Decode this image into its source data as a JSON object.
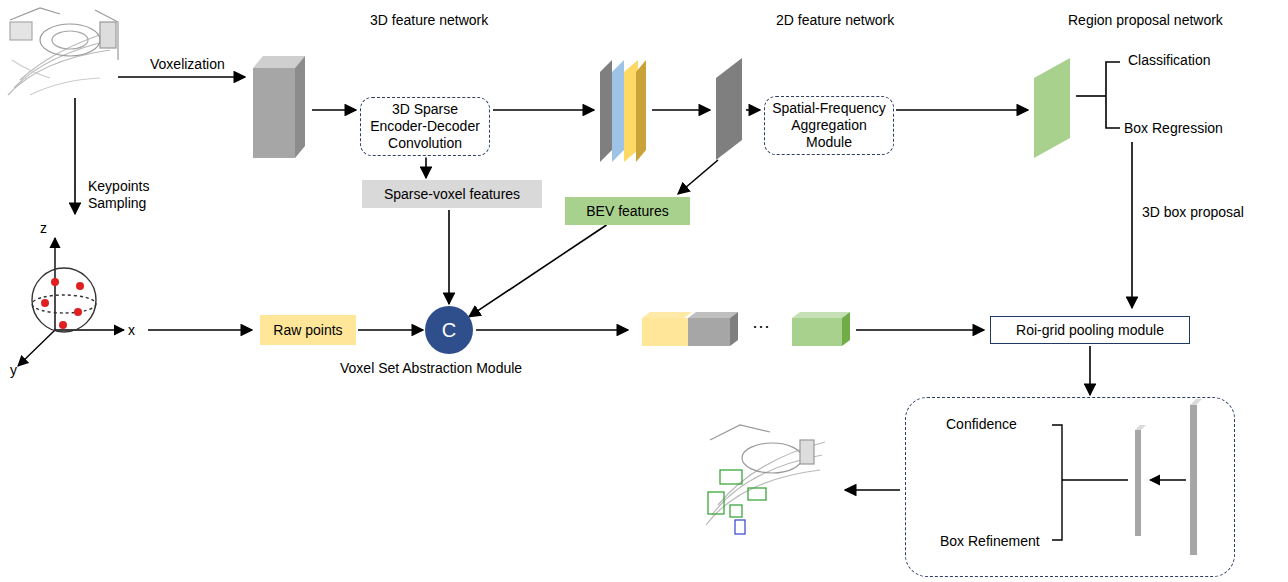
{
  "diagram": {
    "nodes": [
      {
        "text": [
          "3D Sparse Encoder-Decoder Convolution"
        ]
      },
      {
        "text": [
          "Spatial-Frequency Aggregation Module"
        ]
      },
      {
        "text": [
          "Sparse-voxel features"
        ]
      },
      {
        "text": [
          "BEV features"
        ]
      },
      {
        "text": [
          "Raw points"
        ]
      },
      {
        "text": [
          "C"
        ]
      },
      {
        "text": [
          "Roi-grid pooling module"
        ]
      },
      {
        "text": [
          "Confidence",
          "Box Refinement"
        ]
      }
    ],
    "edges": [
      {
        "from": 0,
        "to": 2,
        "arrow": "to"
      },
      {
        "from": 2,
        "to": 5,
        "arrow": "to"
      },
      {
        "from": 3,
        "to": 5,
        "arrow": "to"
      },
      {
        "from": 4,
        "to": 5,
        "arrow": "to"
      },
      {
        "from": 6,
        "to": 7,
        "arrow": "to"
      }
    ],
    "labels": [
      "3D feature network",
      "2D feature network",
      "Region proposal network",
      "Voxelization",
      "Keypoints Sampling",
      "Classification",
      "Box Regression",
      "3D box proposal",
      "Voxel Set Abstraction Module",
      "z",
      "x",
      "y",
      "···"
    ]
  }
}
